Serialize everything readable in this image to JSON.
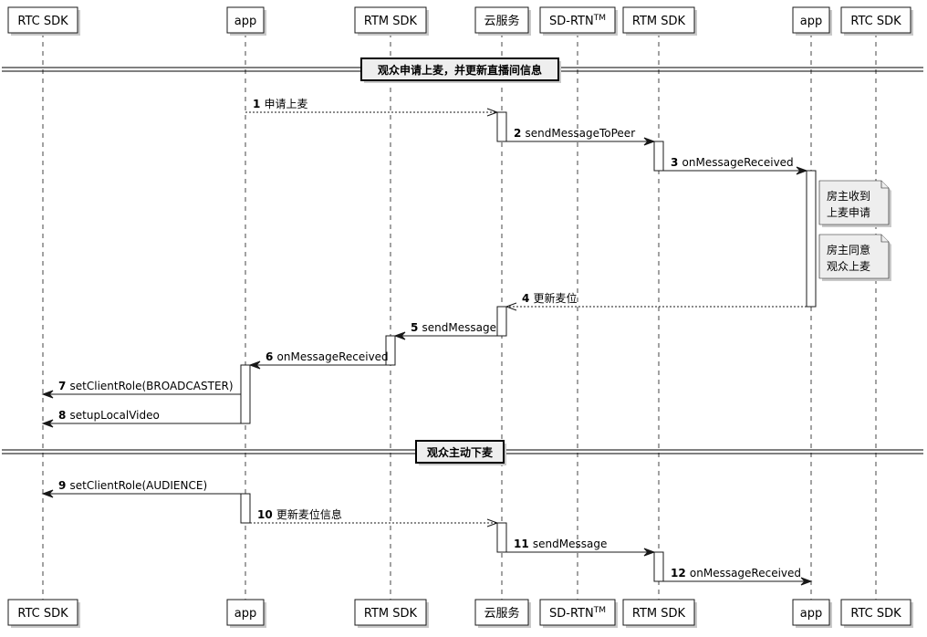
{
  "participants": [
    {
      "label": "RTC SDK"
    },
    {
      "label": "app"
    },
    {
      "label": "RTM SDK"
    },
    {
      "label": "云服务"
    },
    {
      "label": "SD-RTN",
      "superscript": "TM"
    },
    {
      "label": "RTM SDK"
    },
    {
      "label": "app"
    },
    {
      "label": "RTC SDK"
    }
  ],
  "dividers": [
    {
      "label": "观众申请上麦，并更新直播间信息"
    },
    {
      "label": "观众主动下麦"
    }
  ],
  "messages": [
    {
      "num": "1",
      "text": "申请上麦",
      "from": 1,
      "to": 3,
      "style": "dashed"
    },
    {
      "num": "2",
      "text": "sendMessageToPeer",
      "from": 3,
      "to": 5,
      "style": "solid"
    },
    {
      "num": "3",
      "text": "onMessageReceived",
      "from": 5,
      "to": 6,
      "style": "solid"
    },
    {
      "num": "4",
      "text": "更新麦位",
      "from": 6,
      "to": 3,
      "style": "dashed"
    },
    {
      "num": "5",
      "text": "sendMessage",
      "from": 3,
      "to": 2,
      "style": "solid"
    },
    {
      "num": "6",
      "text": "onMessageReceived",
      "from": 2,
      "to": 1,
      "style": "solid"
    },
    {
      "num": "7",
      "text": "setClientRole(BROADCASTER)",
      "from": 1,
      "to": 0,
      "style": "solid"
    },
    {
      "num": "8",
      "text": "setupLocalVideo",
      "from": 1,
      "to": 0,
      "style": "solid"
    },
    {
      "num": "9",
      "text": "setClientRole(AUDIENCE)",
      "from": 1,
      "to": 0,
      "style": "solid"
    },
    {
      "num": "10",
      "text": "更新麦位信息",
      "from": 1,
      "to": 3,
      "style": "dashed"
    },
    {
      "num": "11",
      "text": "sendMessage",
      "from": 3,
      "to": 5,
      "style": "solid"
    },
    {
      "num": "12",
      "text": "onMessageReceived",
      "from": 5,
      "to": 6,
      "style": "solid"
    }
  ],
  "notes": [
    {
      "lines": [
        "房主收到",
        "上麦申请"
      ]
    },
    {
      "lines": [
        "房主同意",
        "观众上麦"
      ]
    }
  ]
}
